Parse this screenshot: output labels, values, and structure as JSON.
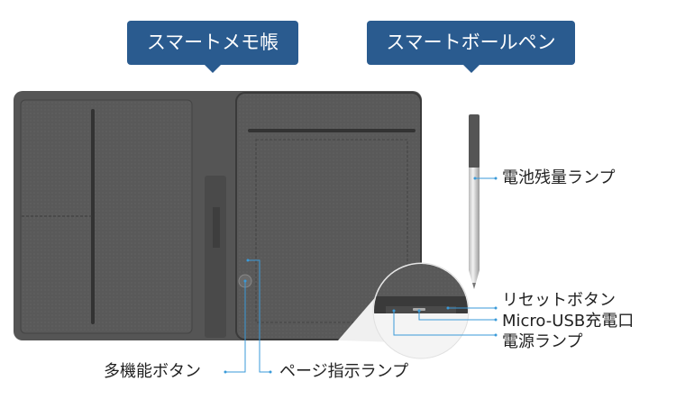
{
  "callouts": {
    "notebook": "スマートメモ帳",
    "pen": "スマートボールペン"
  },
  "labels": {
    "battery_lamp": "電池残量ランプ",
    "reset_button": "リセットボタン",
    "usb_port": "Micro-USB充電口",
    "power_lamp": "電源ランプ",
    "multi_button": "多機能ボタン",
    "page_lamp": "ページ指示ランプ"
  },
  "colors": {
    "callout": "#2a5b8f",
    "leader": "#3a9ad9",
    "device": "#555555"
  }
}
